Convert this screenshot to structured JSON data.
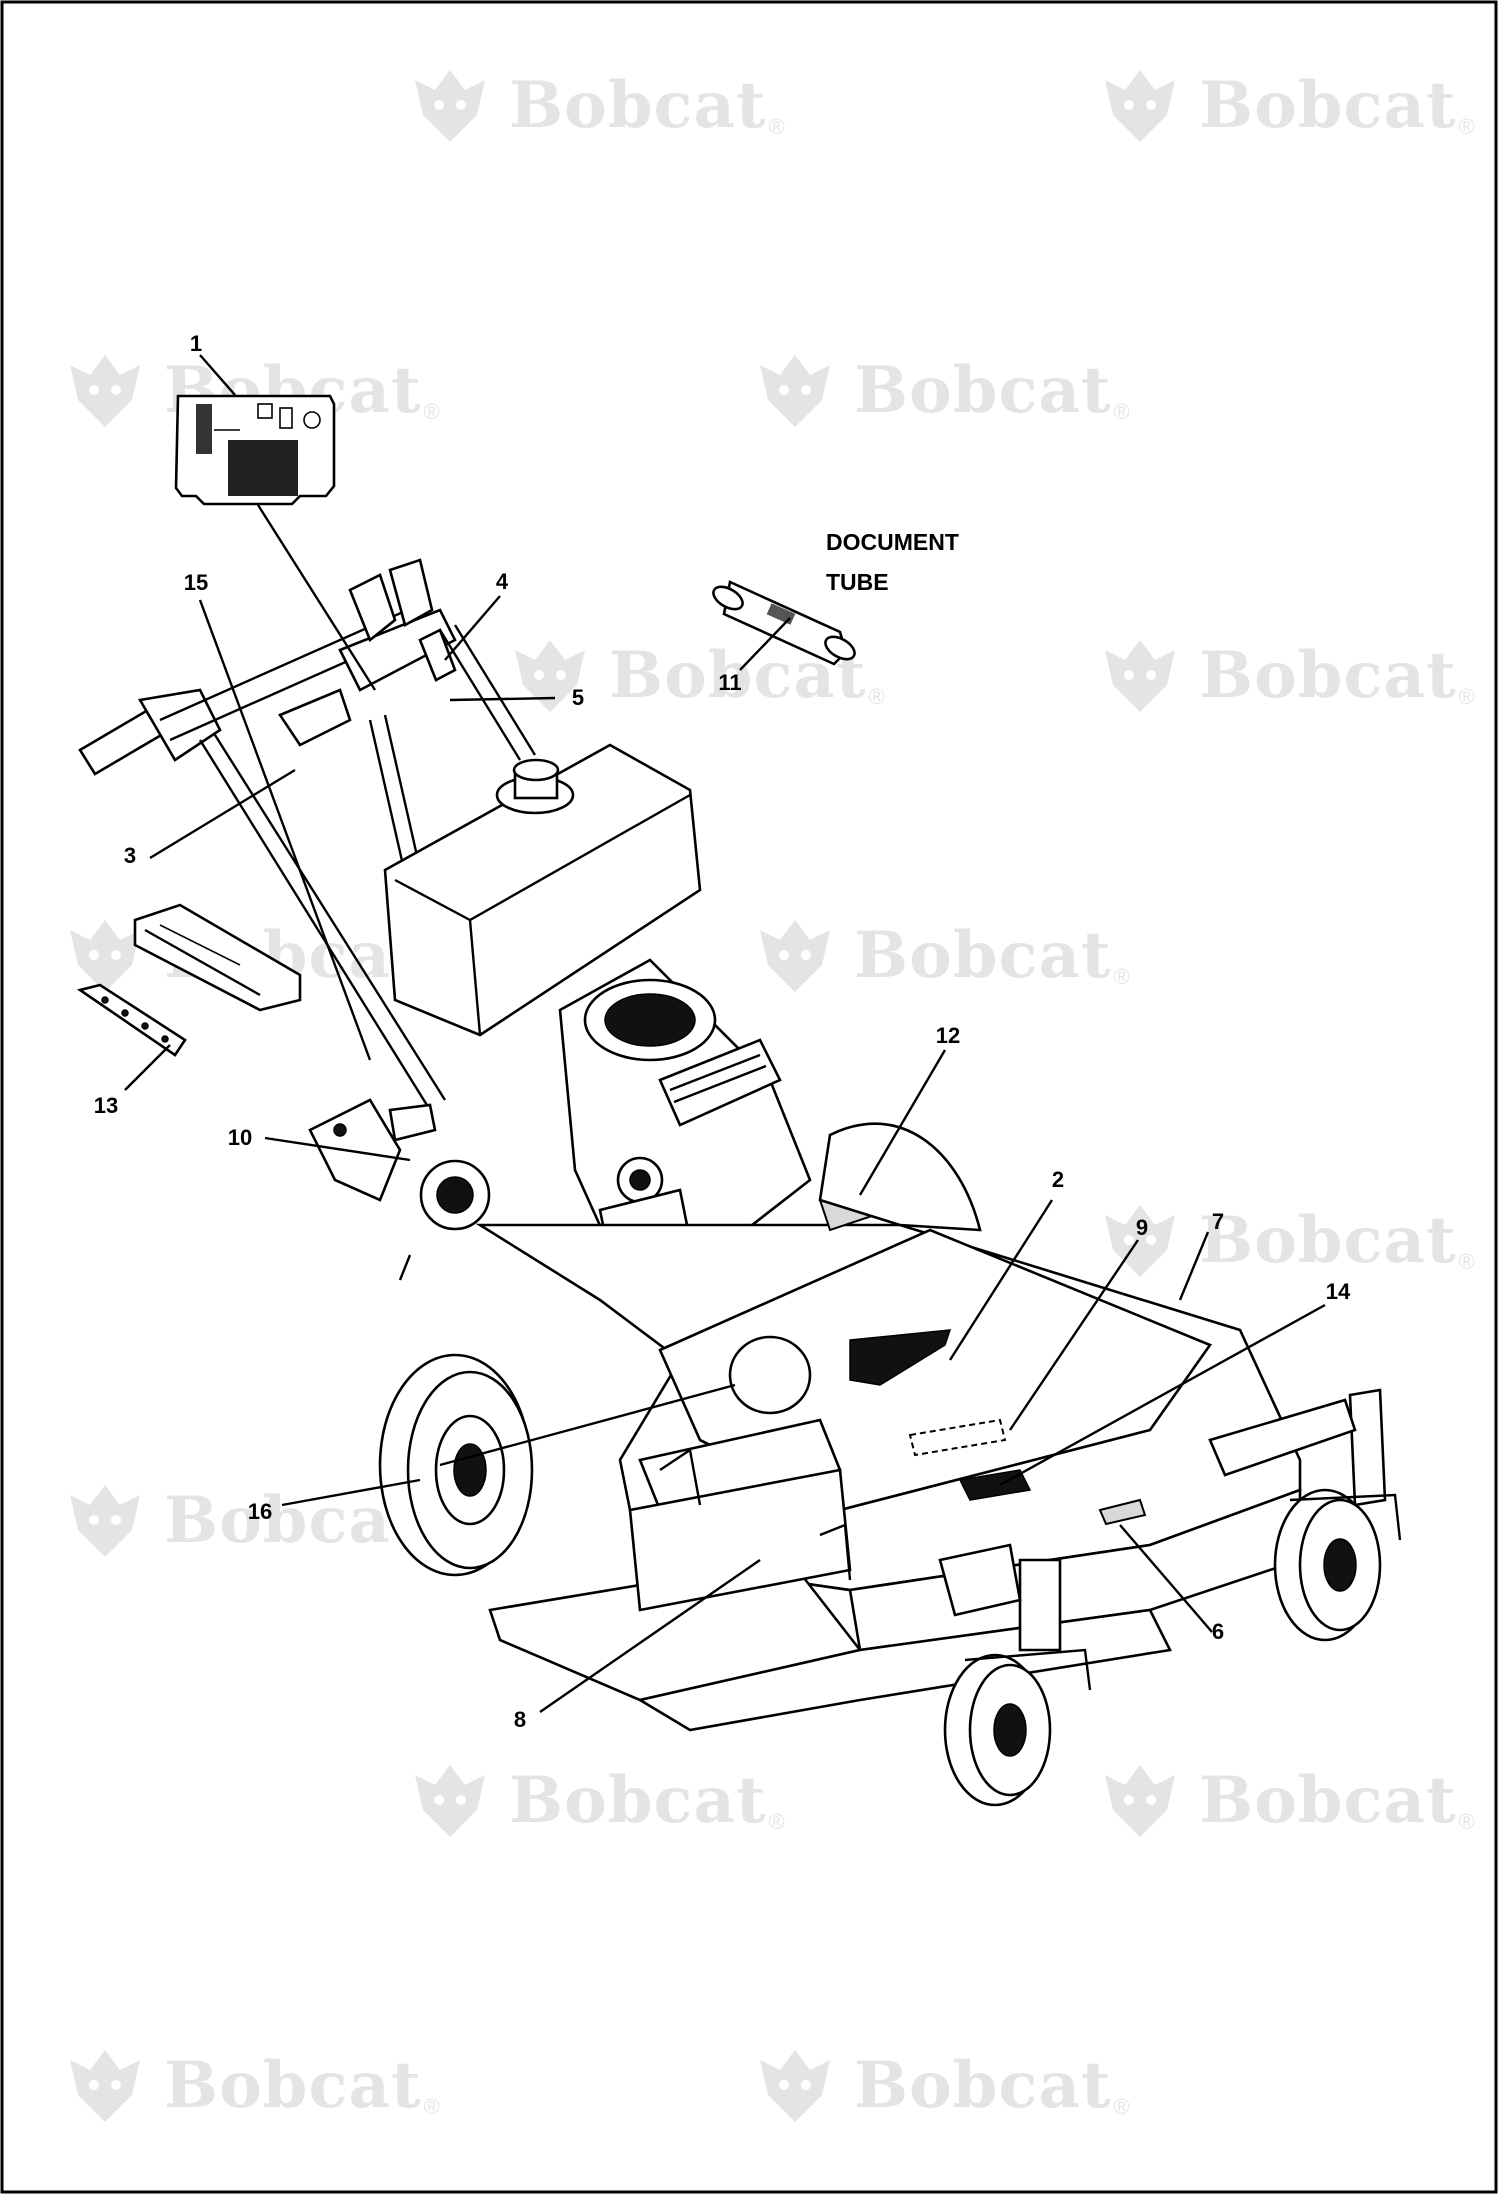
{
  "watermark": {
    "brand": "Bobcat",
    "reg": "®",
    "instances": [
      {
        "id": "wm-1"
      },
      {
        "id": "wm-2"
      },
      {
        "id": "wm-3"
      },
      {
        "id": "wm-4"
      },
      {
        "id": "wm-5"
      },
      {
        "id": "wm-6"
      },
      {
        "id": "wm-7"
      },
      {
        "id": "wm-8"
      },
      {
        "id": "wm-9"
      },
      {
        "id": "wm-10"
      },
      {
        "id": "wm-11"
      },
      {
        "id": "wm-12"
      },
      {
        "id": "wm-13"
      },
      {
        "id": "wm-14"
      },
      {
        "id": "wm-15"
      }
    ]
  },
  "document_tube": {
    "line1": "DOCUMENT",
    "line2": "TUBE"
  },
  "callouts": {
    "c1": "1",
    "c2": "2",
    "c3": "3",
    "c4": "4",
    "c5": "5",
    "c6": "6",
    "c7": "7",
    "c8": "8",
    "c9": "9",
    "c10": "10",
    "c11": "11",
    "c12": "12",
    "c13": "13",
    "c14": "14",
    "c15": "15",
    "c16": "16"
  }
}
